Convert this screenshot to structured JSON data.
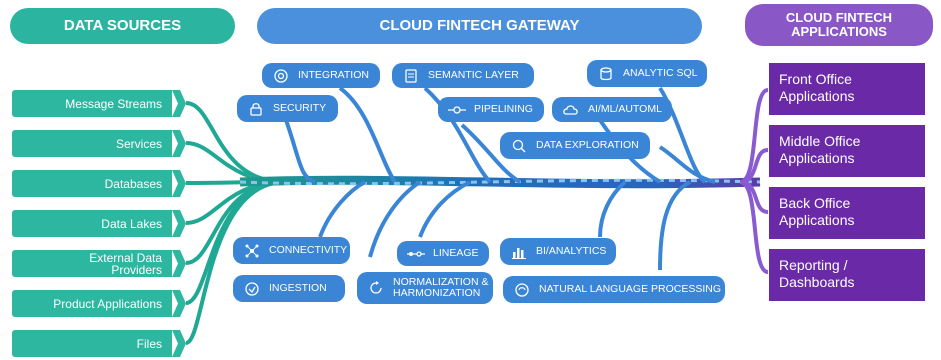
{
  "headers": {
    "sources": "DATA SOURCES",
    "gateway": "CLOUD FINTECH GATEWAY",
    "applications": "CLOUD FINTECH\nAPPLICATIONS"
  },
  "sources": [
    "Message Streams",
    "Services",
    "Databases",
    "Data Lakes",
    "External Data\nProviders",
    "Product Applications",
    "Files"
  ],
  "gateway_top": {
    "integration": "INTEGRATION",
    "semantic_layer": "SEMANTIC LAYER",
    "analytic_sql": "ANALYTIC SQL",
    "security": "SECURITY",
    "pipelining": "PIPELINING",
    "ai_ml": "AI/ML/AUTOML",
    "data_exploration": "DATA EXPLORATION"
  },
  "gateway_bottom": {
    "connectivity": "CONNECTIVITY",
    "lineage": "LINEAGE",
    "bi_analytics": "BI/ANALYTICS",
    "ingestion": "INGESTION",
    "normalization": "NORMALIZATION &\nHARMONIZATION",
    "nlp": "NATURAL LANGUAGE PROCESSING"
  },
  "applications": [
    "Front Office\nApplications",
    "Middle Office\nApplications",
    "Back Office\nApplications",
    "Reporting /\nDashboards"
  ],
  "colors": {
    "green": "#2db7a0",
    "blue": "#3a85d6",
    "purple": "#6a2aa8",
    "header_purple": "#8a57c7"
  }
}
